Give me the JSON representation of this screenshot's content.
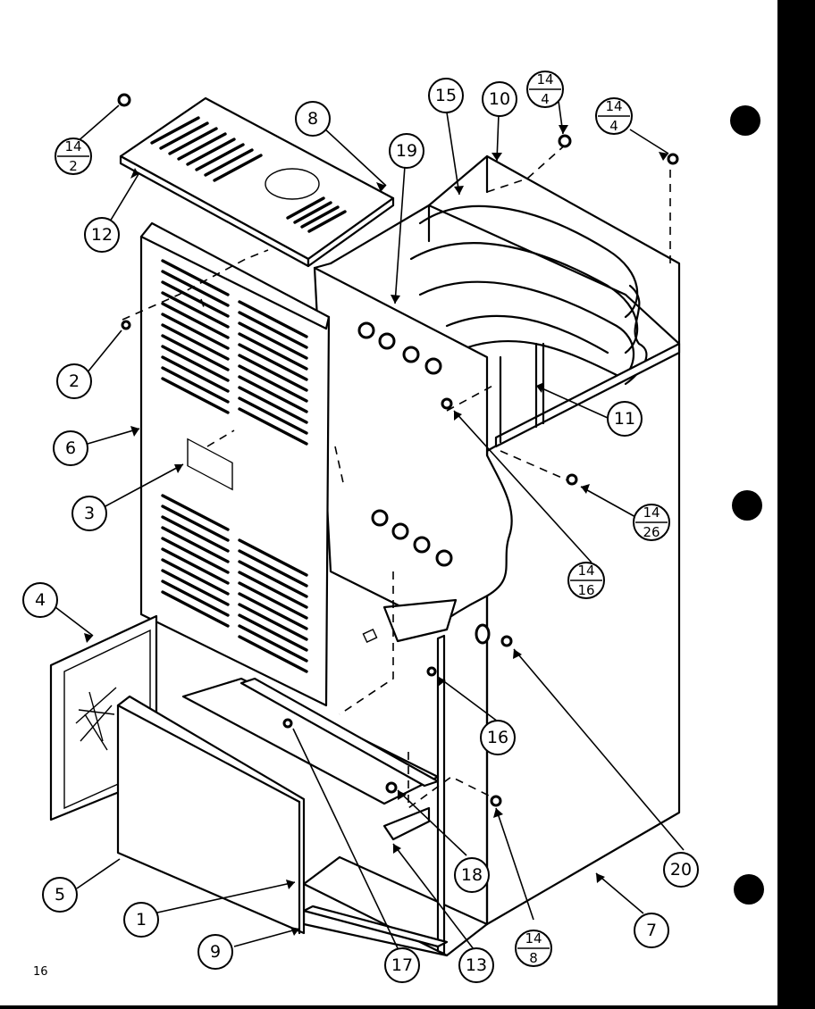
{
  "page_number": "16",
  "callouts": [
    {
      "id": "c1",
      "label": "1"
    },
    {
      "id": "c2",
      "label": "2"
    },
    {
      "id": "c3",
      "label": "3"
    },
    {
      "id": "c4",
      "label": "4"
    },
    {
      "id": "c5",
      "label": "5"
    },
    {
      "id": "c6",
      "label": "6"
    },
    {
      "id": "c7",
      "label": "7"
    },
    {
      "id": "c8",
      "label": "8"
    },
    {
      "id": "c9",
      "label": "9"
    },
    {
      "id": "c10",
      "label": "10"
    },
    {
      "id": "c11",
      "label": "11"
    },
    {
      "id": "c12",
      "label": "12"
    },
    {
      "id": "c13",
      "label": "13"
    },
    {
      "id": "c15",
      "label": "15"
    },
    {
      "id": "c16",
      "label": "16"
    },
    {
      "id": "c17",
      "label": "17"
    },
    {
      "id": "c18",
      "label": "18"
    },
    {
      "id": "c19",
      "label": "19"
    },
    {
      "id": "c20",
      "label": "20"
    }
  ],
  "fraction_callouts": [
    {
      "id": "f14-2",
      "top": "14",
      "bottom": "2"
    },
    {
      "id": "f14-4a",
      "top": "14",
      "bottom": "4"
    },
    {
      "id": "f14-4b",
      "top": "14",
      "bottom": "4"
    },
    {
      "id": "f14-26",
      "top": "14",
      "bottom": "26"
    },
    {
      "id": "f14-16",
      "top": "14",
      "bottom": "16"
    },
    {
      "id": "f14-8",
      "top": "14",
      "bottom": "8"
    }
  ]
}
